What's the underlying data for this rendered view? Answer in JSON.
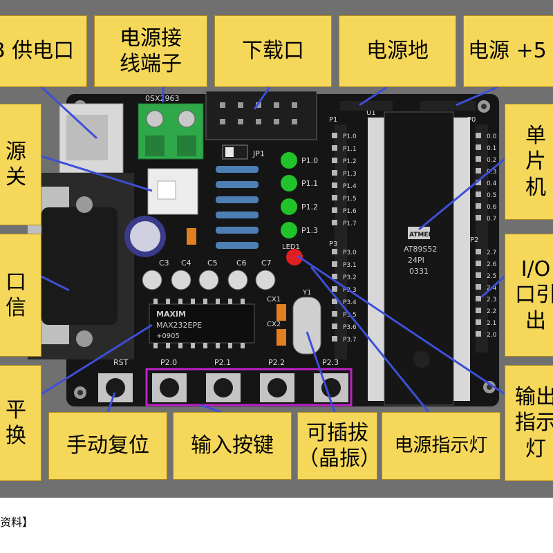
{
  "labels": {
    "usb_power_port": "B 供电口",
    "power_terminal": "电源接\n线端子",
    "download_port": "下载口",
    "ground": "电源地",
    "vcc": "电源 +5",
    "power_switch": "源\n关",
    "mcu": "单\n片\n机",
    "serial_comm": "口\n信",
    "io_out": "I/O\n口引\n出",
    "level_convert": "平\n换",
    "output_led": "输出\n指示\n灯",
    "manual_reset": "手动复位",
    "input_keys": "输入按键",
    "pluggable_crystal": "可插拔\n（晶振）",
    "power_led": "电源指示灯"
  },
  "board": {
    "terminal_code": "0SX2963",
    "jumper": "JP1",
    "leds": [
      "P1.0",
      "P1.1",
      "P1.2",
      "P1.3"
    ],
    "led_red": "LED1",
    "header_p1": "P1",
    "header_p0": "P0",
    "header_p2": "P2",
    "header_p3": "P3",
    "u1": "U1",
    "p1_pins": [
      "P1.0",
      "P1.1",
      "P1.2",
      "P1.3",
      "P1.4",
      "P1.5",
      "P1.6",
      "P1.7"
    ],
    "p3_pins": [
      "P3.0",
      "P3.1",
      "P3.2",
      "P3.3",
      "P3.4",
      "P3.5",
      "P3.6",
      "P3.7"
    ],
    "p0_pins": [
      "0.0",
      "0.1",
      "0.2",
      "0.3",
      "0.4",
      "0.5",
      "0.6",
      "0.7"
    ],
    "p2_pins": [
      "2.7",
      "2.6",
      "2.5",
      "2.4",
      "2.3",
      "2.2",
      "2.1",
      "2.0"
    ],
    "caps": [
      "C3",
      "C4",
      "C5",
      "C6",
      "C7"
    ],
    "cx": [
      "CX1",
      "CX2"
    ],
    "crystal": "Y1",
    "chip_brand": "MAXIM",
    "chip_model": "MAX232EPE",
    "chip_code": "+0905",
    "mcu_brand": "ATMEL",
    "mcu_model": "AT89S52",
    "mcu_pkg": "24PI",
    "mcu_code": "0331",
    "rst": "RST",
    "buttons": [
      "P2.0",
      "P2.1",
      "P2.2",
      "P2.3"
    ]
  },
  "footer": "资料】",
  "colors": {
    "label_bg": "#f5d75a",
    "board": "#151515",
    "arrow": "#3d4fd8",
    "led_green": "#22c22a",
    "led_red": "#e02020",
    "terminal": "#2fa84a",
    "key_frame": "#c020c8",
    "background": "#6b6b6b"
  }
}
